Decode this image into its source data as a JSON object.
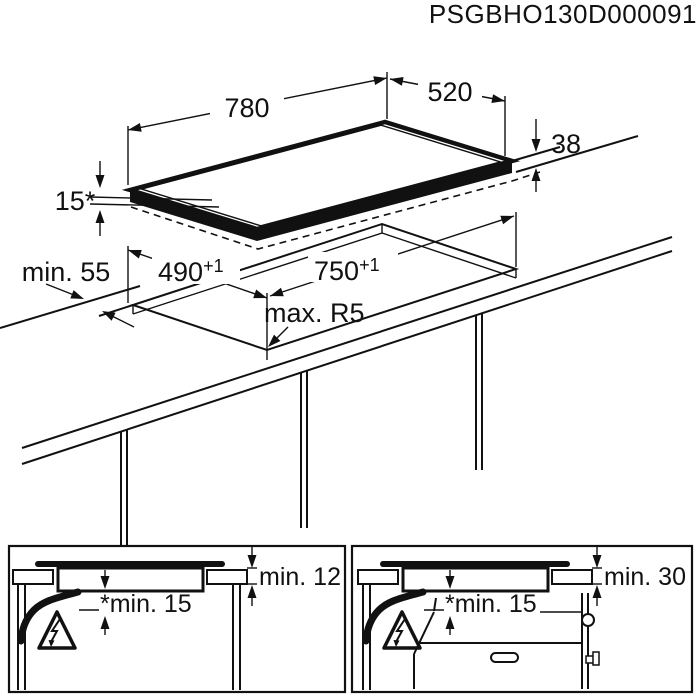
{
  "title": "PSGBHO130D000091",
  "colors": {
    "line": "#111111",
    "background": "#ffffff"
  },
  "main_diagram": {
    "hob_width_label": "780",
    "hob_depth_label": "520",
    "hob_build_in_height_label": "38",
    "hob_rim_thickness_label": "15*",
    "front_clearance_label": "min. 55",
    "cutout_depth_label": "490",
    "cutout_depth_tolerance": "+1",
    "cutout_width_label": "750",
    "cutout_width_tolerance": "+1",
    "corner_radius_label": "max. R5"
  },
  "panel_worktop_section": {
    "worktop_thickness_label": "min. 12",
    "under_hob_clearance_label": "*min. 15"
  },
  "panel_oven_section": {
    "worktop_thickness_label": "min. 30",
    "under_hob_clearance_label": "*min. 15"
  },
  "icons": {
    "high_voltage_warning": "triangle-lightning-bolt"
  }
}
